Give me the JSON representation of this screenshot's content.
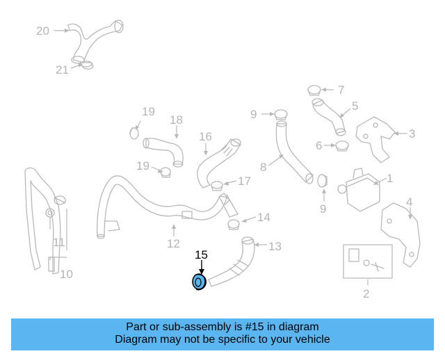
{
  "callouts": [
    {
      "id": "20",
      "text": "20"
    },
    {
      "id": "21",
      "text": "21"
    },
    {
      "id": "7",
      "text": "7"
    },
    {
      "id": "5",
      "text": "5"
    },
    {
      "id": "9a",
      "text": "9"
    },
    {
      "id": "3",
      "text": "3"
    },
    {
      "id": "6",
      "text": "6"
    },
    {
      "id": "19a",
      "text": "19"
    },
    {
      "id": "18",
      "text": "18"
    },
    {
      "id": "16",
      "text": "16"
    },
    {
      "id": "19b",
      "text": "19"
    },
    {
      "id": "17",
      "text": "17"
    },
    {
      "id": "8",
      "text": "8"
    },
    {
      "id": "1",
      "text": "1"
    },
    {
      "id": "9b",
      "text": "9"
    },
    {
      "id": "4",
      "text": "4"
    },
    {
      "id": "14",
      "text": "14"
    },
    {
      "id": "11",
      "text": "11"
    },
    {
      "id": "12",
      "text": "12"
    },
    {
      "id": "13",
      "text": "13"
    },
    {
      "id": "15",
      "text": "15"
    },
    {
      "id": "10",
      "text": "10"
    },
    {
      "id": "2",
      "text": "2"
    }
  ],
  "highlight": {
    "part": "15",
    "color": "#5ab5f0"
  },
  "banner": {
    "line1": "Part or sub-assembly is #15 in diagram",
    "line2": "Diagram may not be specific to your vehicle",
    "background": "#5ab5f0"
  }
}
